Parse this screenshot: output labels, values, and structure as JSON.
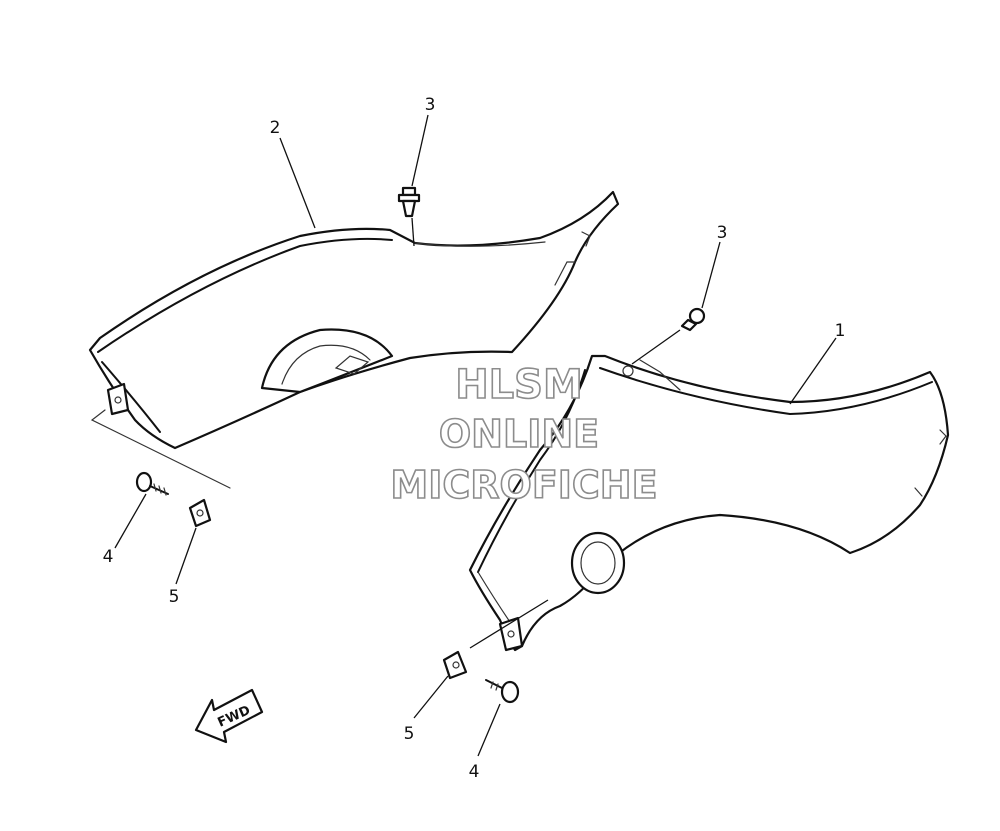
{
  "watermark": {
    "line1": "HLSM",
    "line2": "ONLINE",
    "line3": "MICROFICHE"
  },
  "direction_label": "FWD",
  "callouts": {
    "c1": "1",
    "c2": "2",
    "c3a": "3",
    "c3b": "3",
    "c4a": "4",
    "c4b": "4",
    "c5a": "5",
    "c5b": "5"
  },
  "colors": {
    "line": "#111111",
    "watermark_outline": "#8c8c8c",
    "background": "#ffffff"
  }
}
